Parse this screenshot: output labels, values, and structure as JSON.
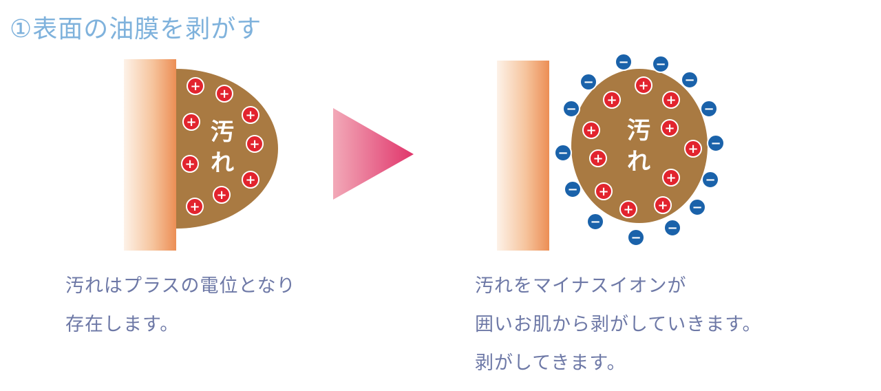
{
  "title": "①表面の油膜を剥がす",
  "stain_label_line1": "汚",
  "stain_label_line2": "れ",
  "plus_symbol": "+",
  "minus_symbol": "−",
  "left_caption": [
    "汚れはプラスの電位となり",
    "存在します。"
  ],
  "right_caption": [
    "汚れをマイナスイオンが",
    "囲いお肌から剥がしていきます。",
    "剥がしてきます。"
  ],
  "colors": {
    "title": "#7fb2dc",
    "stain": "#a97a42",
    "plus_ion": "#e2242e",
    "minus_ion": "#1a62aa",
    "caption": "#6d78a6",
    "arrow_start": "#f2a9b8",
    "arrow_end": "#e0356b"
  }
}
